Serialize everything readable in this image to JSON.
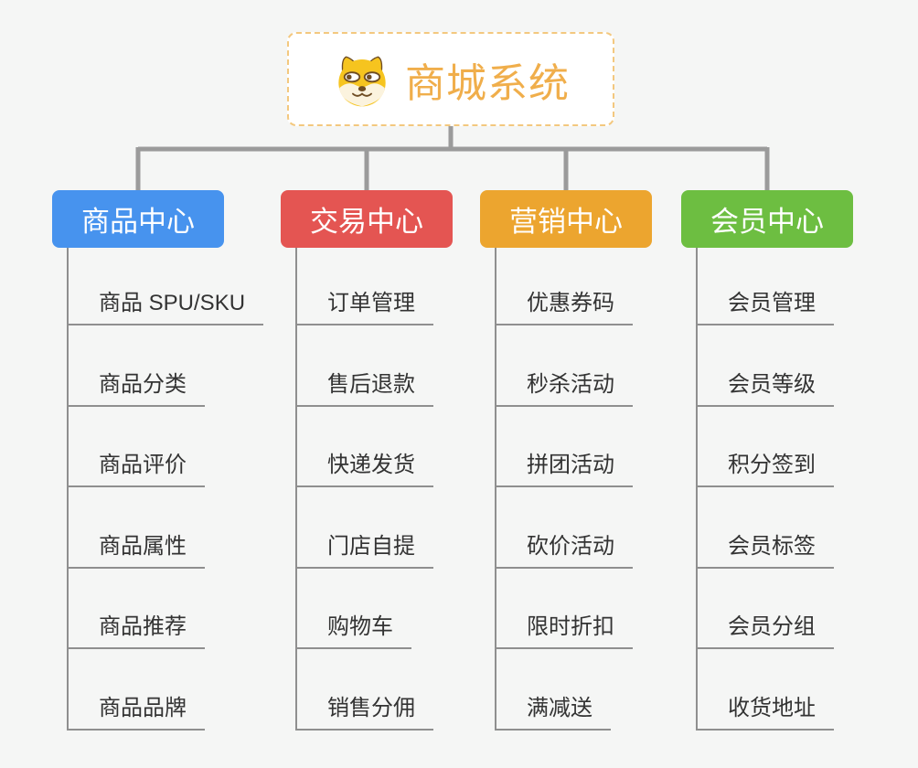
{
  "root": {
    "title": "商城系统",
    "icon": "shiba-dog-icon"
  },
  "colors": {
    "background": "#F5F6F5",
    "connector_line": "#9B9B9B",
    "item_line": "#8F8F8F",
    "item_text": "#333333",
    "root_title_text": "#F0AE4B",
    "root_border": "#F3C87F",
    "root_background": "#FFFFFF",
    "branch_label_text": "#FFFFFF",
    "branch_blue": "#4793EE",
    "branch_red": "#E45552",
    "branch_orange": "#ECA52F",
    "branch_green": "#6DBE41",
    "dog_yellow": "#F6C41F",
    "dog_cream": "#FBF3DE",
    "dog_brown": "#6F4D23"
  },
  "branches": [
    {
      "label": "商品中心",
      "color": "#4793EE",
      "items": [
        "商品 SPU/SKU",
        "商品分类",
        "商品评价",
        "商品属性",
        "商品推荐",
        "商品品牌"
      ]
    },
    {
      "label": "交易中心",
      "color": "#E45552",
      "items": [
        "订单管理",
        "售后退款",
        "快递发货",
        "门店自提",
        "购物车",
        "销售分佣"
      ]
    },
    {
      "label": "营销中心",
      "color": "#ECA52F",
      "items": [
        "优惠券码",
        "秒杀活动",
        "拼团活动",
        "砍价活动",
        "限时折扣",
        "满减送"
      ]
    },
    {
      "label": "会员中心",
      "color": "#6DBE41",
      "items": [
        "会员管理",
        "会员等级",
        "积分签到",
        "会员标签",
        "会员分组",
        "收货地址"
      ]
    }
  ]
}
